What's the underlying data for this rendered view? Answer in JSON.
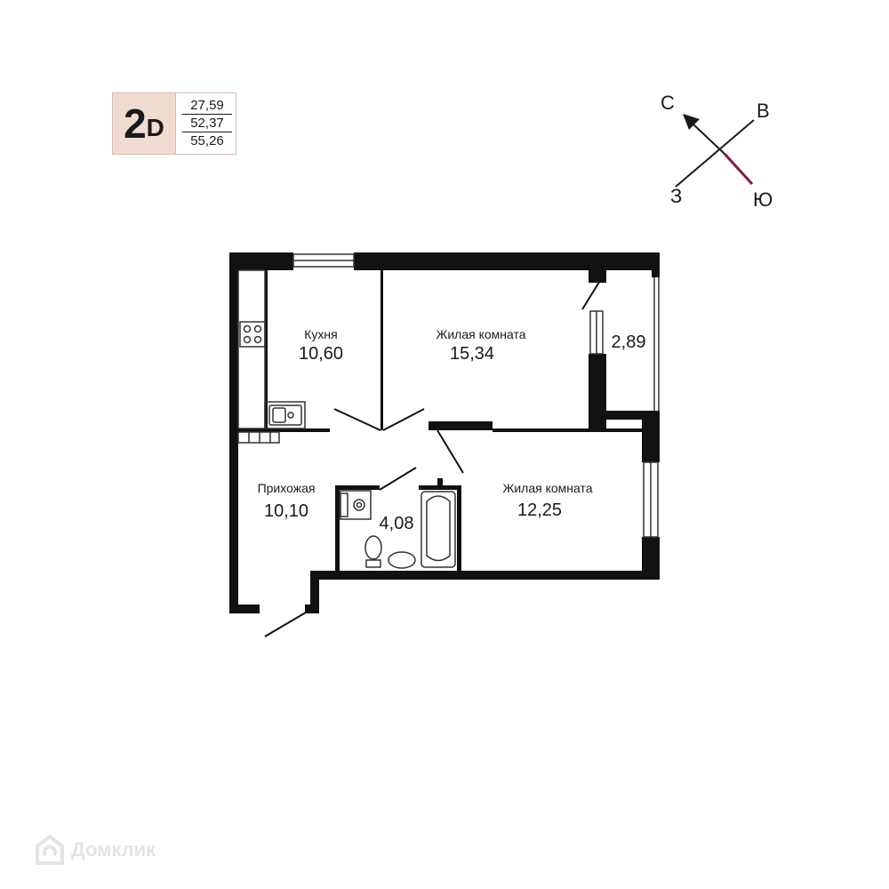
{
  "badge": {
    "rooms": "2",
    "letter": "D",
    "living_area": "27,59",
    "total_area": "52,37",
    "total_with_balcony": "55,26"
  },
  "compass": {
    "north": "С",
    "east": "В",
    "west": "З",
    "south": "Ю",
    "accent_color": "#8b1a33"
  },
  "rooms": [
    {
      "name": "Кухня",
      "area": "10,60"
    },
    {
      "name": "Жилая комната",
      "area": "15,34"
    },
    {
      "name": "",
      "area": "2,89"
    },
    {
      "name": "Прихожая",
      "area": "10,10"
    },
    {
      "name": "",
      "area": "4,08"
    },
    {
      "name": "Жилая комната",
      "area": "12,25"
    }
  ],
  "watermark": "Домклик",
  "colors": {
    "wall": "#111111",
    "badge_fill": "#f1dcd2",
    "badge_border": "#d9b9ad",
    "watermark": "#e4e4e4"
  }
}
